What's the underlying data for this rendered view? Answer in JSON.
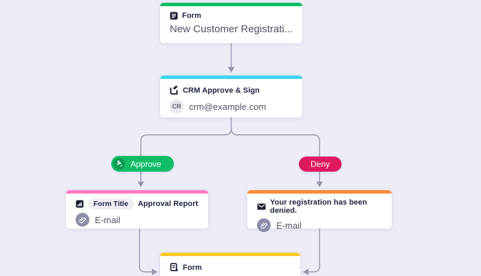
{
  "canvas": {
    "background": "#EDEDF8",
    "connector_color": "#9598AE"
  },
  "nodes": {
    "form_start": {
      "type_label": "Form",
      "title": "New Customer Registrati...",
      "accent": "#0CBC62",
      "icon": "form-icon"
    },
    "crm_approve_sign": {
      "title": "CRM Approve & Sign",
      "accent": "#3DD5F0",
      "icon": "sign-document-icon",
      "avatar_initials": "CR",
      "assignee_email": "crm@example.com"
    },
    "approval_report_email": {
      "accent": "#FF7BC0",
      "icon": "report-chart-icon",
      "field_chip": "Form Title",
      "title": "Approval Report",
      "attachment": "E-mail",
      "attachment_icon": "paperclip-icon"
    },
    "denied_email": {
      "accent": "#F98A38",
      "icon": "envelope-icon",
      "title": "Your registration has been denied.",
      "attachment": "E-mail",
      "attachment_icon": "paperclip-icon"
    },
    "form_end": {
      "type_label": "Form",
      "accent": "#FFC928",
      "icon": "form-add-icon"
    }
  },
  "branches": {
    "approve": {
      "label": "Approve",
      "color": "#0EBD66",
      "icon": "stamp-icon",
      "icon_circle_color": "#0A9C52"
    },
    "deny": {
      "label": "Deny",
      "color": "#DF1A5F"
    }
  }
}
